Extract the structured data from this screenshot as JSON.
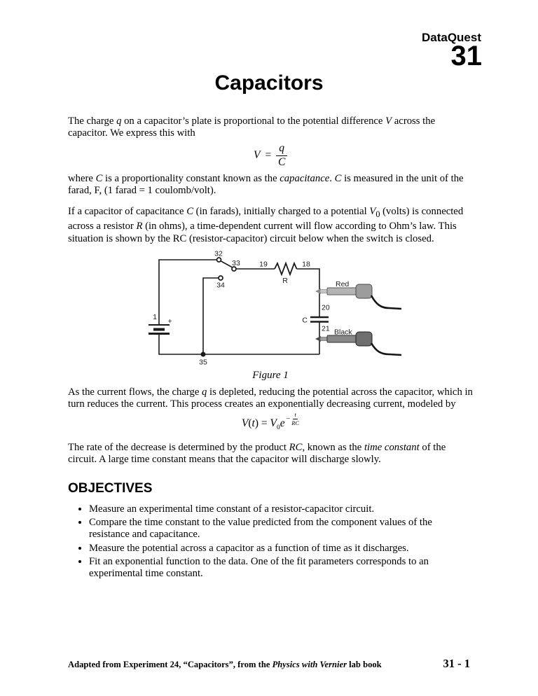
{
  "header": {
    "brand": "DataQuest",
    "number": "31"
  },
  "title": "Capacitors",
  "content": {
    "p1": {
      "segments": [
        {
          "t": "The charge "
        },
        {
          "t": "q",
          "s": "i"
        },
        {
          "t": " on a capacitor’s plate is proportional to the potential difference "
        },
        {
          "t": "V",
          "s": "i"
        },
        {
          "t": " across the capacitor. We express this with"
        }
      ]
    },
    "formula1": {
      "lhs": "V",
      "eq": "=",
      "numerator": "q",
      "denominator": "C"
    },
    "p2": {
      "segments": [
        {
          "t": "where "
        },
        {
          "t": "C",
          "s": "i"
        },
        {
          "t": " is a proportionality constant known as the "
        },
        {
          "t": "capacitance",
          "s": "i"
        },
        {
          "t": ". "
        },
        {
          "t": "C",
          "s": "i"
        },
        {
          "t": " is measured in the unit of the farad, F, (1 farad = 1 coulomb/volt)."
        }
      ]
    },
    "p3": {
      "segments": [
        {
          "t": "If a capacitor of capacitance "
        },
        {
          "t": "C",
          "s": "i"
        },
        {
          "t": " (in farads), initially charged to a potential "
        },
        {
          "t": "V",
          "s": "i"
        },
        {
          "t": "0",
          "s": "sub"
        },
        {
          "t": " (volts) is connected across a resistor "
        },
        {
          "t": "R",
          "s": "i"
        },
        {
          "t": " (in ohms), a time-dependent current will flow according to Ohm’s law. This situation is shown by the RC (resistor-capacitor) circuit below when the switch is closed."
        }
      ]
    },
    "figure": {
      "caption": "Figure 1",
      "labels": {
        "battery": "1",
        "plus": "+",
        "t32": "32",
        "t33": "33",
        "t34": "34",
        "t35": "35",
        "n19": "19",
        "n18": "18",
        "r": "R",
        "n20": "20",
        "c": "C",
        "n21": "21",
        "red": "Red",
        "black": "Black"
      }
    },
    "p4": {
      "segments": [
        {
          "t": "As the current flows, the charge "
        },
        {
          "t": "q",
          "s": "i"
        },
        {
          "t": " is depleted, reducing the potential across the capacitor, which in turn reduces the current. This process creates an exponentially decreasing current, modeled by"
        }
      ]
    },
    "formula2": {
      "main": [
        {
          "t": "V",
          "s": "i"
        },
        {
          "t": "("
        },
        {
          "t": "t",
          "s": "i"
        },
        {
          "t": ") = "
        },
        {
          "t": "V",
          "s": "i"
        },
        {
          "t": "0",
          "s": "sub"
        },
        {
          "t": "e",
          "s": "i"
        }
      ],
      "exp_sign": "−",
      "exp_num": "t",
      "exp_den": "RC"
    },
    "p5": {
      "segments": [
        {
          "t": "The rate of the decrease is determined by the product "
        },
        {
          "t": "RC",
          "s": "i"
        },
        {
          "t": ", known as the "
        },
        {
          "t": "time constant",
          "s": "i"
        },
        {
          "t": " of the circuit. A large time constant means that the capacitor will discharge slowly."
        }
      ]
    },
    "objectives": {
      "heading": "OBJECTIVES",
      "items": [
        "Measure an experimental time constant of a resistor-capacitor circuit.",
        "Compare the time constant to the value predicted from the component values of the resistance and capacitance.",
        "Measure the potential across a capacitor as a function of time as it discharges.",
        "Fit an exponential function to the data. One of the fit parameters corresponds to an experimental time constant."
      ]
    }
  },
  "footer": {
    "left_segments": [
      {
        "t": "Adapted from Experiment 24, “Capacitors”, from the "
      },
      {
        "t": "Physics with Vernier",
        "s": "bi"
      },
      {
        "t": " lab book"
      }
    ],
    "page_number": "31 - 1"
  }
}
